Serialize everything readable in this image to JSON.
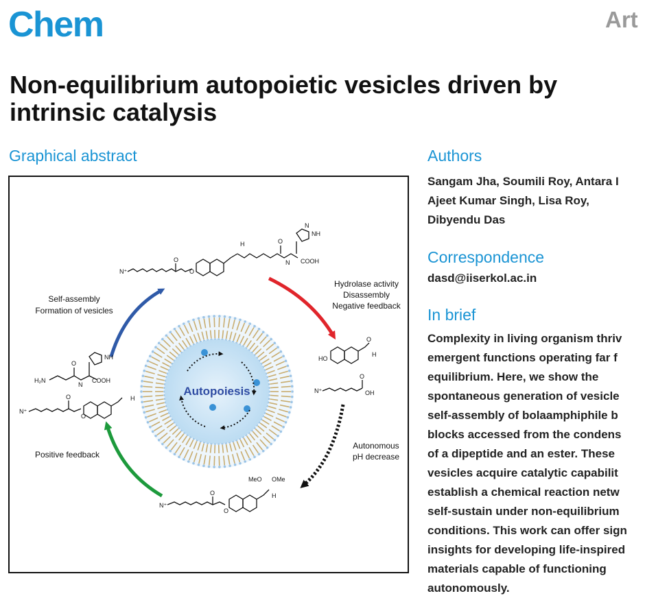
{
  "header": {
    "journal": "Chem",
    "article_type": "Art"
  },
  "title_lines": [
    "Non-equilibrium autopoietic vesicles driven by",
    "intrinsic catalysis"
  ],
  "graphical_abstract": {
    "heading": "Graphical abstract",
    "center_label": "Autopoiesis",
    "labels": {
      "self_assembly_1": "Self-assembly",
      "self_assembly_2": "Formation of vesicles",
      "hydrolase_1": "Hydrolase activity",
      "hydrolase_2": "Disassembly",
      "hydrolase_3": "Negative feedback",
      "autonomous_1": "Autonomous",
      "autonomous_2": "pH decrease",
      "positive_feedback": "Positive feedback"
    },
    "chem_text": {
      "cooh": "COOH",
      "nh": "NH",
      "n": "N",
      "h": "H",
      "h2n": "H₂N",
      "ho": "HO",
      "oh": "OH",
      "o": "O",
      "meo": "MeO",
      "ome": "OMe",
      "n_plus": "N⁺"
    },
    "colors": {
      "blue_arrow": "#2f5aa8",
      "red_arrow": "#e0252b",
      "green_arrow": "#1d9a3c",
      "vesicle": "#cfe6f6"
    }
  },
  "authors": {
    "heading": "Authors",
    "lines": [
      "Sangam Jha, Soumili Roy, Antara I",
      "Ajeet Kumar Singh, Lisa Roy,",
      "Dibyendu Das"
    ]
  },
  "correspondence": {
    "heading": "Correspondence",
    "email": "dasd@iiserkol.ac.in"
  },
  "in_brief": {
    "heading": "In brief",
    "lines": [
      "Complexity in living organism thriv",
      "emergent functions operating far f",
      "equilibrium. Here, we show the",
      "spontaneous generation of vesicle",
      "self-assembly of bolaamphiphile b",
      "blocks accessed from the condens",
      "of a dipeptide and an ester. These",
      "vesicles acquire catalytic capabilit",
      "establish a chemical reaction netw",
      "self-sustain under non-equilibrium",
      "conditions. This work can offer sign",
      "insights for developing life-inspired",
      "materials capable of functioning",
      "autonomously."
    ]
  }
}
